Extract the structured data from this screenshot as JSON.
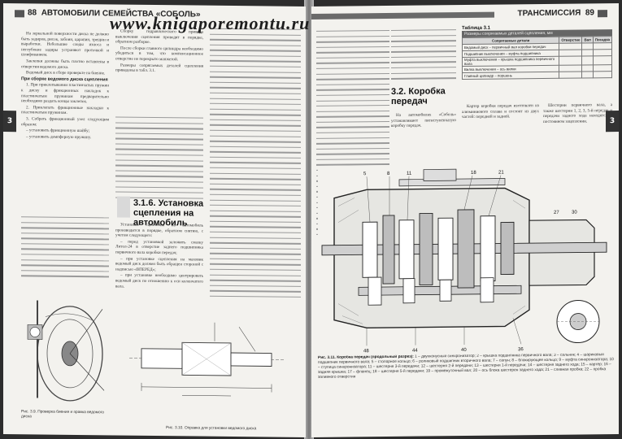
{
  "watermark": "www.knigaporemontu.ru",
  "left_page": {
    "header_page_number": "88",
    "header_title": "АВТОМОБИЛИ СЕМЕЙСТВА «СОБОЛЬ»",
    "side_tab": "3",
    "subsection_heading_1": "При сборке ведомого диска сцепления",
    "section_number": "3.1.6.",
    "section_title": "Установка сцепления на автомобиль",
    "text_snippets": [
      "На зеркальной поверхности диска не должно быть задиров, рисок, забоин, царапин, трещин и выработки. Небольшие следы износа и неглубокие задиры устраняют проточкой и шлифованием.",
      "Заклепки должны быть плотно вставлены в отверстия ведомого диска.",
      "Ведомый диск в сборе проверьте на биение.",
      "1. При приклепывании пластинчатых пружин к диску и фрикционных накладок к пластинчатым пружинам предварительно необходимо раздать концы заклепок.",
      "2. Приклепать фрикционные накладки к пластинчатым пружинам.",
      "3. Собрать фрикционный узел следующим образом:",
      "– установить фрикционную шайбу;",
      "– установить демпферную пружину.",
      "Сборку гидравлического привода выключения сцепления проводят в порядке, обратном разборке.",
      "После сборки главного цилиндра необходимо убедиться в том, что компенсационное отверстие не перекрыто манжетой.",
      "Размеры сопрягаемых деталей сцепления приведены в табл. 3.1.",
      "Установка сцепления на автомобиль производится в порядке, обратном снятию, с учетом следующего:",
      "– перед установкой заложить смазку Литол-24 в отверстие заднего подшипника первичного вала коробки передач;",
      "– при установке сцепления на маховик ведомый диск должен быть обращен стороной с надписью «ВПЕРЕД»;",
      "– при установке необходимо центрировать ведомый диск по отношению к оси коленчатого вала."
    ],
    "figure_left_caption": "Рис. 3.9. Проверка биения и правка ведомого диска",
    "figure_right_caption": "Рис. 3.10. Оправка для установки ведомого диска"
  },
  "right_page": {
    "header_title": "ТРАНСМИССИЯ",
    "header_page_number": "89",
    "side_tab": "3",
    "table": {
      "title": "Таблица 3.1",
      "subtitle": "Размеры сопрягаемых деталей сцепления, мм",
      "columns": [
        "Сопрягаемые детали",
        "Отверстие",
        "Вал",
        "Посадка"
      ],
      "rows": [
        [
          "Ведомый диск – первичный вал коробки передач",
          "",
          "",
          ""
        ],
        [
          "Подшипник выключения – муфта подшипника",
          "",
          "",
          ""
        ],
        [
          "Муфта выключения – крышка подшипника первичного вала",
          "",
          "",
          ""
        ],
        [
          "Вилка выключения – ось вилки",
          "",
          "",
          ""
        ],
        [
          "Главный цилиндр – поршень",
          "",
          "",
          ""
        ]
      ]
    },
    "section_number": "3.2.",
    "section_title": "Коробка передач",
    "text_snippets": [
      "На автомобилях «Соболь» устанавливают пятиступенчатую коробку передач.",
      "Картер коробки передач изготовлен из алюминиевого сплава и состоит из двух частей: передней и задней.",
      "Шестерни первичного вала, а также шестерни 1, 2, 3, 5-й передач и передачи заднего хода находятся в постоянном зацеплении."
    ],
    "figure_caption_title": "Рис. 3.11. Коробка передач (продольный разрез):",
    "figure_caption_text": "1 – двухконусный синхронизатор; 2 – крышка подшипника первичного вала; 3 – сальник; 4 – шариковый подшипник первичного вала; 5 – стопорное кольцо; 6 – роликовый подшипник вторичного вала; 7 – сапун; 8 – блокирующее кольцо; 9 – муфта синхронизатора; 10 – ступица синхронизатора; 11 – шестерня 3-й передачи; 12 – шестерня 2-й передачи; 13 – шестерня 1-й передачи; 14 – шестерня заднего хода; 15 – картер; 16 – задняя крышка; 17 – фланец; 18 – шестерня 5-й передачи; 19 – промежуточный вал; 20 – ось блока шестерен заднего хода; 21 – сливная пробка; 22 – пробка заливного отверстия"
  }
}
